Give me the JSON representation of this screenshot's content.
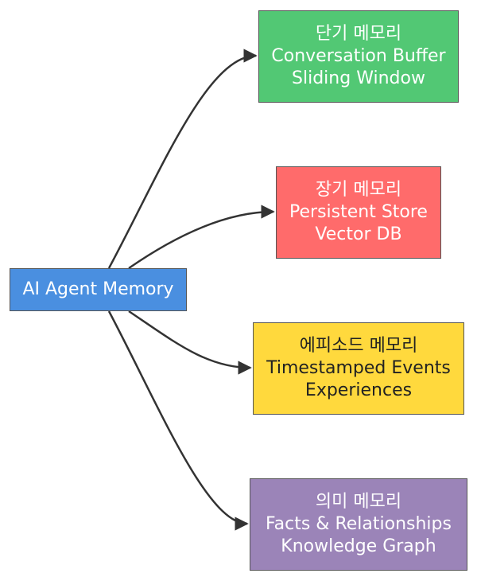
{
  "diagram": {
    "root": {
      "label": "AI Agent Memory"
    },
    "nodes": [
      {
        "id": "short-term",
        "title": "단기 메모리",
        "line1": "Conversation Buffer",
        "line2": "Sliding Window",
        "color": "#52c874"
      },
      {
        "id": "long-term",
        "title": "장기 메모리",
        "line1": "Persistent Store",
        "line2": "Vector DB",
        "color": "#ff6b6b"
      },
      {
        "id": "episodic",
        "title": "에피소드 메모리",
        "line1": "Timestamped Events",
        "line2": "Experiences",
        "color": "#ffd93d"
      },
      {
        "id": "semantic",
        "title": "의미 메모리",
        "line1": "Facts & Relationships",
        "line2": "Knowledge Graph",
        "color": "#9b84b8"
      }
    ],
    "edge_color": "#333333",
    "root_color": "#4a8fe0"
  }
}
